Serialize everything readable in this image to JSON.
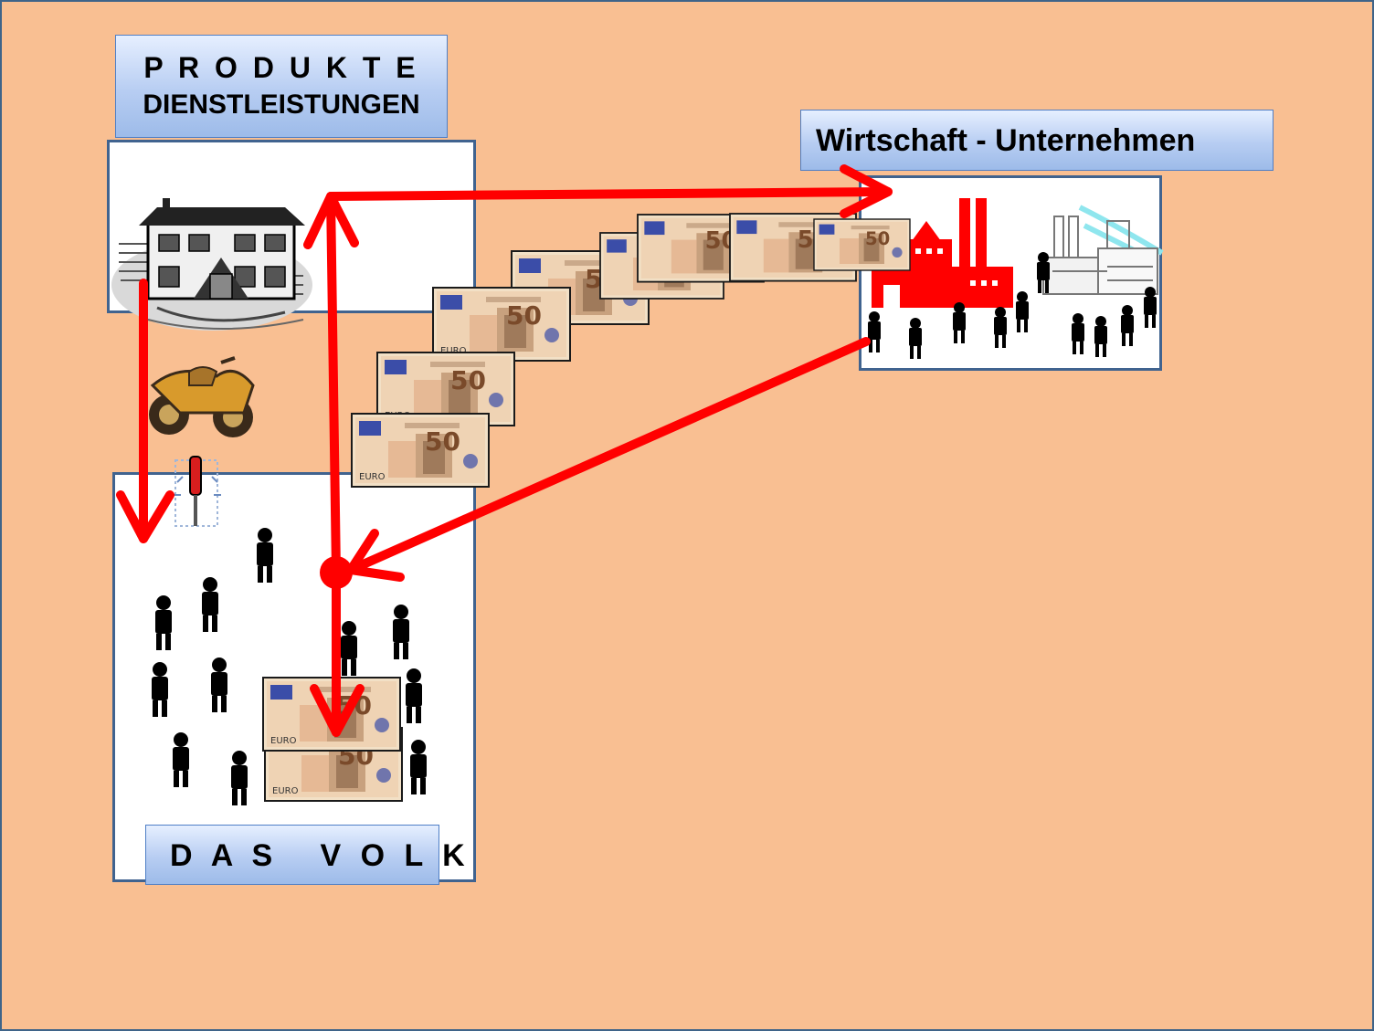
{
  "labels": {
    "products_line1": "P R O D U K T E",
    "products_line2": "DIENSTLEISTUNGEN",
    "economy": "Wirtschaft - Unternehmen",
    "people": "D A S   V O L K"
  },
  "banknote": {
    "denomination": "50",
    "currency": "EURO"
  },
  "icons": [
    "house-icon",
    "motorcycle-icon",
    "screwdriver-icon",
    "factory-icon",
    "person-icon",
    "banknote-icon"
  ],
  "colors": {
    "background": "#f9bf92",
    "flow_arrow": "#ff0000",
    "panel_border": "#40638f",
    "label_box": "#b7cdf2"
  }
}
